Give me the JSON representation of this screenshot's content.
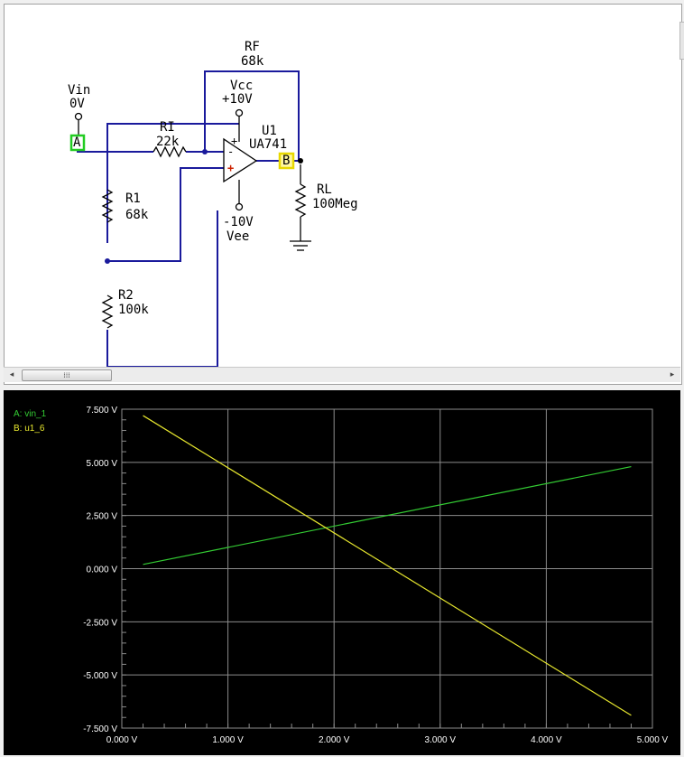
{
  "schematic": {
    "vin_label": "Vin",
    "vin_value": "0V",
    "probe_a": "A",
    "probe_b": "B",
    "rf_name": "RF",
    "rf_value": "68k",
    "ri_name": "RI",
    "ri_value": "22k",
    "r1_name": "R1",
    "r1_value": "68k",
    "r2_name": "R2",
    "r2_value": "100k",
    "rl_name": "RL",
    "rl_value": "100Meg",
    "vcc_label": "Vcc",
    "vcc_value": "+10V",
    "vee_value": "-10V",
    "vee_label": "Vee",
    "opamp_ref": "U1",
    "opamp_model": "UA741",
    "opamp_minus": "-",
    "opamp_plus": "+",
    "colors": {
      "wire": "#1a1a9c",
      "probe_a": "#22cc22",
      "probe_b": "#e8d800",
      "opamp_plus_mark": "#cc2200"
    }
  },
  "scrollbar": {
    "left_arrow": "◂",
    "right_arrow": "▸",
    "thumb_grip": "⁞⁞⁞"
  },
  "grapher": {
    "legend": [
      {
        "label": "A: vin_1",
        "color": "#33cc33"
      },
      {
        "label": "B: u1_6",
        "color": "#e6e62e"
      }
    ],
    "background": "#000000",
    "grid_color": "#8c8c8c",
    "tick_label_color": "#ffffff"
  },
  "chart_data": {
    "type": "line",
    "x_ticks": [
      "0.000 V",
      "1.000 V",
      "2.000 V",
      "3.000 V",
      "4.000 V",
      "5.000 V"
    ],
    "y_ticks": [
      "7.500 V",
      "5.000 V",
      "2.500 V",
      "0.000 V",
      "-2.500 V",
      "-5.000 V",
      "-7.500 V"
    ],
    "xlim": [
      0,
      5
    ],
    "ylim": [
      -7.5,
      7.5
    ],
    "grid": true,
    "legend_position": "top-left",
    "series": [
      {
        "name": "A: vin_1",
        "color": "#33cc33",
        "x": [
          0.2,
          4.8
        ],
        "y": [
          0.2,
          4.8
        ]
      },
      {
        "name": "B: u1_6",
        "color": "#e6e62e",
        "x": [
          0.2,
          4.8
        ],
        "y": [
          7.2,
          -6.9
        ]
      }
    ]
  }
}
